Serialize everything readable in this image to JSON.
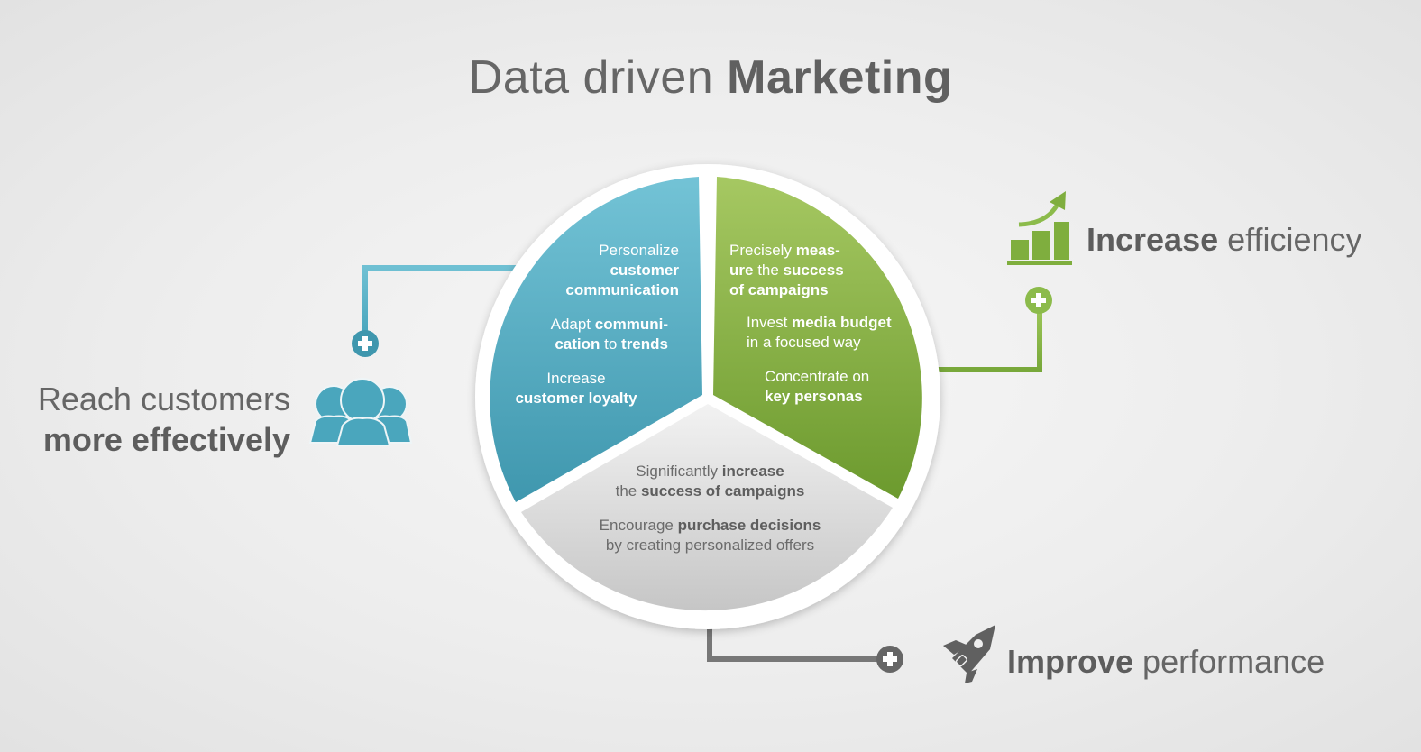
{
  "title": {
    "regular": "Data driven ",
    "bold": "Marketing"
  },
  "colors": {
    "blue": "#4aa6bd",
    "green": "#7fae3e",
    "gray": "#d6d6d6",
    "dark_gray": "#666666",
    "ring": "#ffffff"
  },
  "segments": {
    "blue": {
      "name": "Reach customers more effectively",
      "items": [
        {
          "parts": [
            {
              "t": "Personalize",
              "b": false
            },
            {
              "t": "customer",
              "b": true,
              "br": true
            },
            {
              "t": "communication",
              "b": true,
              "br": true
            }
          ]
        },
        {
          "parts": [
            {
              "t": "Adapt ",
              "b": false
            },
            {
              "t": "communi-",
              "b": true
            },
            {
              "t": "cation",
              "b": true,
              "br": true
            },
            {
              "t": " to ",
              "b": false
            },
            {
              "t": "trends",
              "b": true
            }
          ]
        },
        {
          "parts": [
            {
              "t": "Increase",
              "b": false
            },
            {
              "t": "customer loyalty",
              "b": true,
              "br": true
            }
          ]
        }
      ]
    },
    "green": {
      "name": "Increase efficiency",
      "items": [
        {
          "parts": [
            {
              "t": "Precisely ",
              "b": false
            },
            {
              "t": "meas-",
              "b": true
            },
            {
              "t": "ure",
              "b": true,
              "br": true
            },
            {
              "t": " the ",
              "b": false
            },
            {
              "t": "success",
              "b": true
            },
            {
              "t": "of campaigns",
              "b": true,
              "br": true
            }
          ]
        },
        {
          "parts": [
            {
              "t": "Invest ",
              "b": false
            },
            {
              "t": "media budget",
              "b": true
            },
            {
              "t": "in a focused way",
              "b": false,
              "br": true
            }
          ]
        },
        {
          "parts": [
            {
              "t": "Concentrate on",
              "b": false
            },
            {
              "t": "key personas",
              "b": true,
              "br": true
            }
          ]
        }
      ]
    },
    "gray": {
      "name": "Improve performance",
      "items": [
        {
          "parts": [
            {
              "t": "Significantly ",
              "b": false
            },
            {
              "t": "increase",
              "b": true
            },
            {
              "t": "the ",
              "b": false,
              "br": true
            },
            {
              "t": "success of campaigns",
              "b": true
            }
          ]
        },
        {
          "parts": [
            {
              "t": "Encourage ",
              "b": false
            },
            {
              "t": "purchase decisions",
              "b": true
            },
            {
              "t": "by creating personalized offers",
              "b": false,
              "br": true
            }
          ]
        }
      ]
    }
  },
  "labels": {
    "reach": {
      "line1": "Reach customers",
      "line2": "more effectively",
      "icon": "people-group-icon"
    },
    "efficiency": {
      "bold": "Increase",
      "regular": " efficiency",
      "icon": "growth-chart-icon"
    },
    "performance": {
      "bold": "Improve",
      "regular": " performance",
      "icon": "rocket-icon"
    }
  },
  "connectors": {
    "plus_icon": "plus-circle-icon"
  }
}
